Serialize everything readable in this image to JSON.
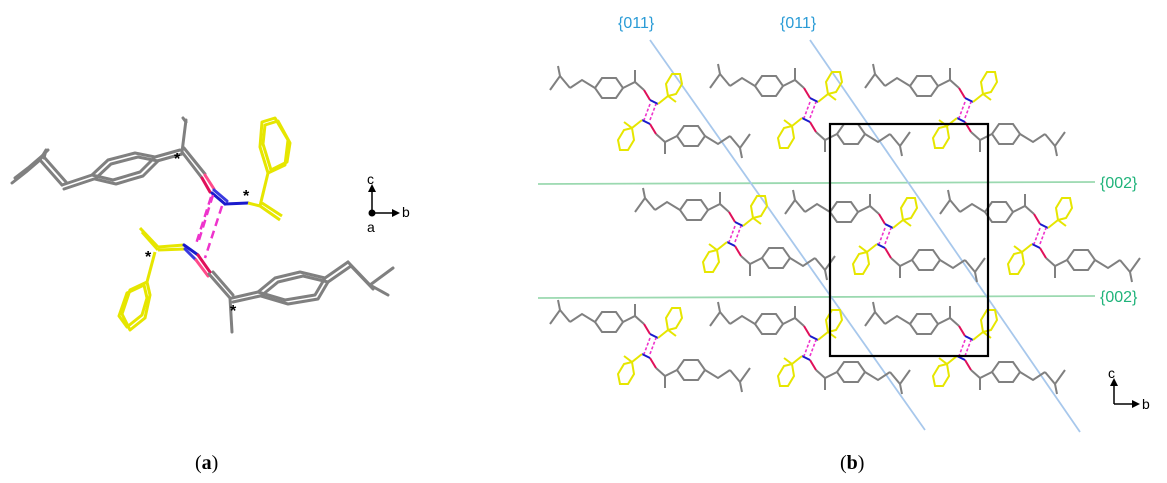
{
  "panel_a": {
    "caption_open": "(",
    "caption_letter": "a",
    "caption_close": ")",
    "stereo_marker": "*",
    "axis_up": "c",
    "axis_right": "b",
    "axis_view": "a"
  },
  "panel_b": {
    "caption_open": "(",
    "caption_letter": "b",
    "caption_close": ")",
    "plane_diag_1": "{011}",
    "plane_diag_2": "{011}",
    "plane_horiz_1": "{002}",
    "plane_horiz_2": "{002}",
    "axis_up": "c",
    "axis_right": "b"
  },
  "colors": {
    "carbon_chain": "#808080",
    "phenyl": "#e6e600",
    "nitrogen": "#1a1acc",
    "oxygen": "#e0105a",
    "hbond": "#ee33cc",
    "plane_011": "#a8c8ec",
    "plane_002": "#9bd9b0",
    "label_011": "#2a9bd6",
    "label_002": "#1fb37a",
    "unit_cell": "#000000"
  }
}
